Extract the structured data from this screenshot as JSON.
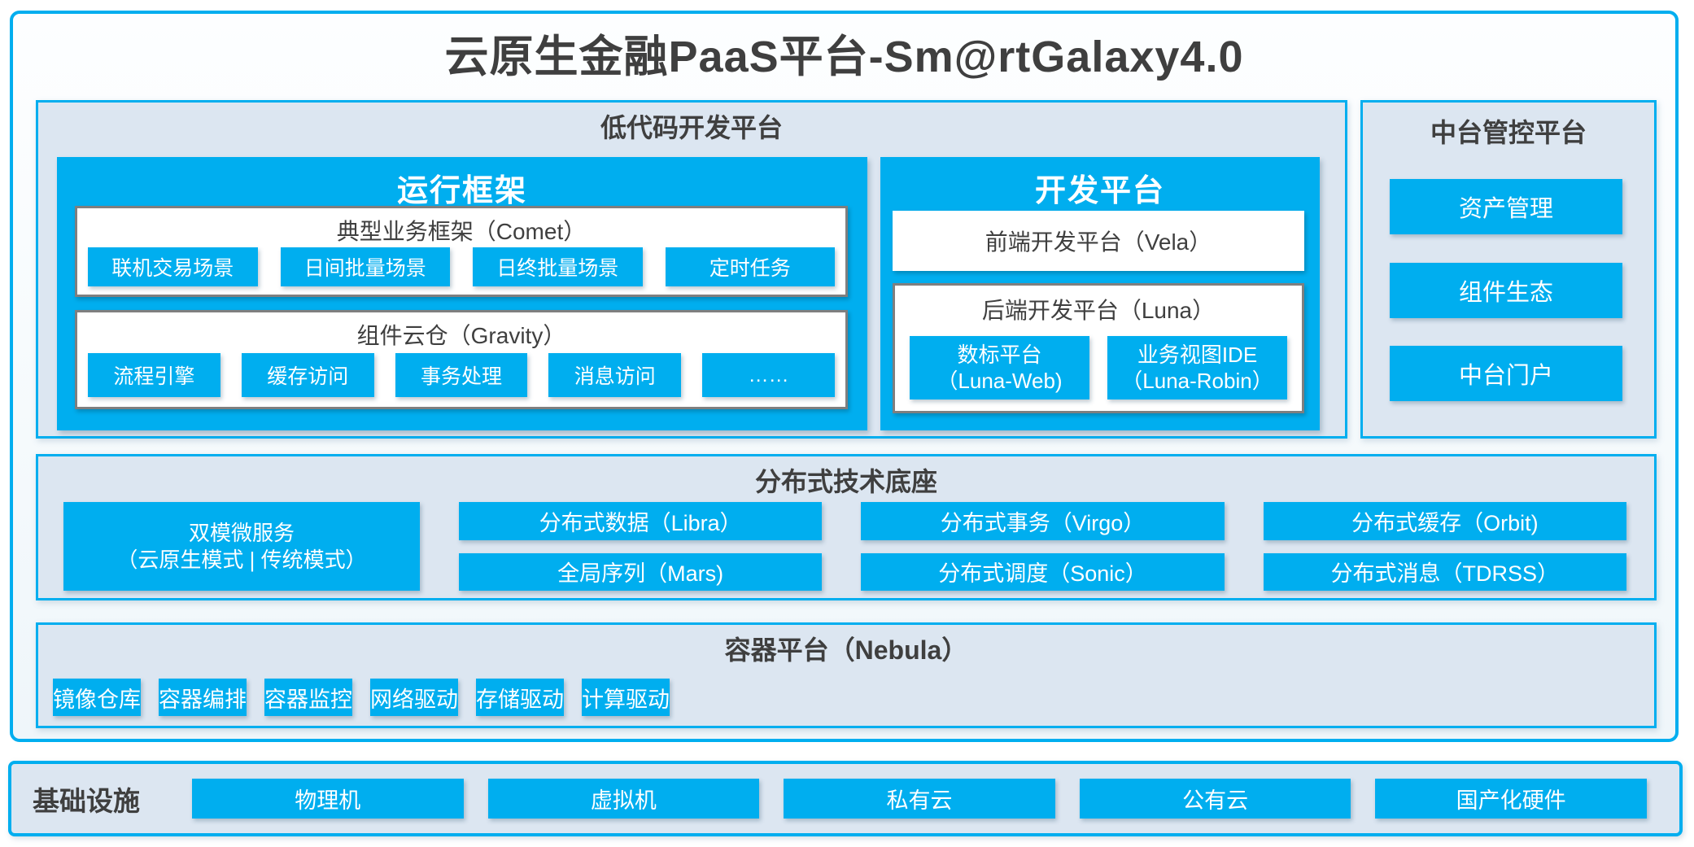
{
  "title": "云原生金融PaaS平台-Sm@rtGalaxy4.0",
  "colors": {
    "accent": "#00AEEF",
    "panel_fill": "#DCE6F1",
    "text_dark": "#3F3F3F",
    "box_border_gray": "#7F7F7F",
    "white_box": "#FFFFFF",
    "chip_text": "#FFFFFF"
  },
  "low_code": {
    "title": "低代码开发平台",
    "runtime": {
      "title": "运行框架",
      "comet": {
        "title": "典型业务框架（Comet）",
        "items": [
          "联机交易场景",
          "日间批量场景",
          "日终批量场景",
          "定时任务"
        ]
      },
      "gravity": {
        "title": "组件云仓（Gravity）",
        "items": [
          "流程引擎",
          "缓存访问",
          "事务处理",
          "消息访问",
          "……"
        ]
      }
    },
    "dev": {
      "title": "开发平台",
      "vela": "前端开发平台（Vela）",
      "luna": {
        "title": "后端开发平台（Luna）",
        "items": [
          {
            "line1": "数标平台",
            "line2": "（Luna-Web)"
          },
          {
            "line1": "业务视图IDE",
            "line2": "（Luna-Robin）"
          }
        ]
      }
    }
  },
  "mid_platform": {
    "title": "中台管控平台",
    "items": [
      "资产管理",
      "组件生态",
      "中台门户"
    ]
  },
  "distributed": {
    "title": "分布式技术底座",
    "dual_mode": {
      "line1": "双模微服务",
      "line2": "（云原生模式 | 传统模式）"
    },
    "grid": [
      [
        "分布式数据（Libra）",
        "分布式事务（Virgo）",
        "分布式缓存（Orbit)"
      ],
      [
        "全局序列（Mars)",
        "分布式调度（Sonic）",
        "分布式消息（TDRSS）"
      ]
    ]
  },
  "container": {
    "title": "容器平台（Nebula）",
    "items": [
      "镜像仓库",
      "容器编排",
      "容器监控",
      "网络驱动",
      "存储驱动",
      "计算驱动"
    ]
  },
  "infrastructure": {
    "title": "基础设施",
    "items": [
      "物理机",
      "虚拟机",
      "私有云",
      "公有云",
      "国产化硬件"
    ]
  }
}
